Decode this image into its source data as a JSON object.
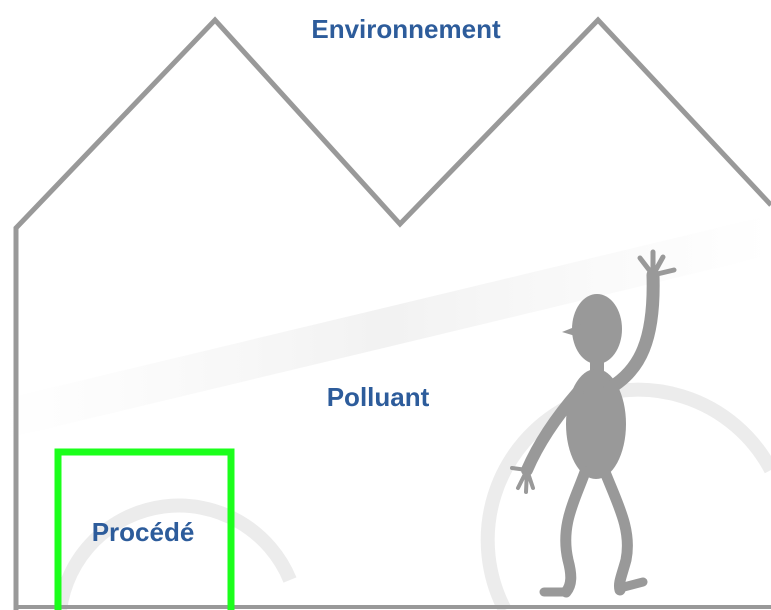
{
  "labels": {
    "environment": "Environnement",
    "pollutant": "Polluant",
    "process": "Procédé"
  },
  "colors": {
    "outline": "#999999",
    "process_box": "#1bff1b",
    "label_text": "#2d5c9b",
    "figure": "#999999"
  },
  "icons": {
    "worker": "waving-person-icon"
  }
}
